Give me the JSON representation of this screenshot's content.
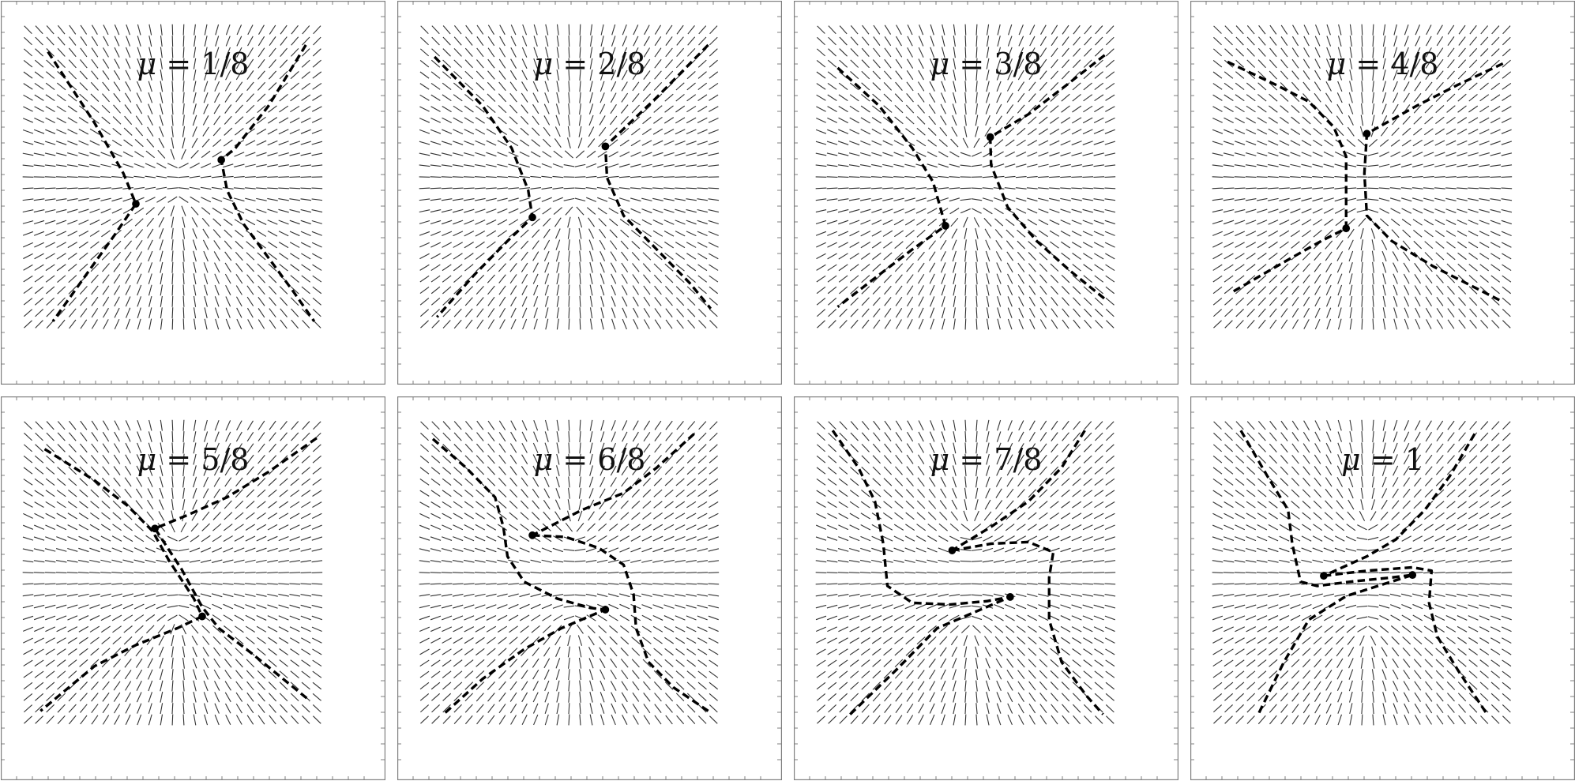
{
  "figure": {
    "symbol": "μ",
    "equals": " = ",
    "panels": [
      {
        "mu_label": "1/8",
        "mu": 0.125
      },
      {
        "mu_label": "2/8",
        "mu": 0.25
      },
      {
        "mu_label": "3/8",
        "mu": 0.375
      },
      {
        "mu_label": "4/8",
        "mu": 0.5
      },
      {
        "mu_label": "5/8",
        "mu": 0.625
      },
      {
        "mu_label": "6/8",
        "mu": 0.75
      },
      {
        "mu_label": "7/8",
        "mu": 0.875
      },
      {
        "mu_label": "1",
        "mu": 1.0
      }
    ]
  },
  "colors": {
    "frame": "#7f7f7f",
    "field": "#333333",
    "curve": "#000000"
  }
}
